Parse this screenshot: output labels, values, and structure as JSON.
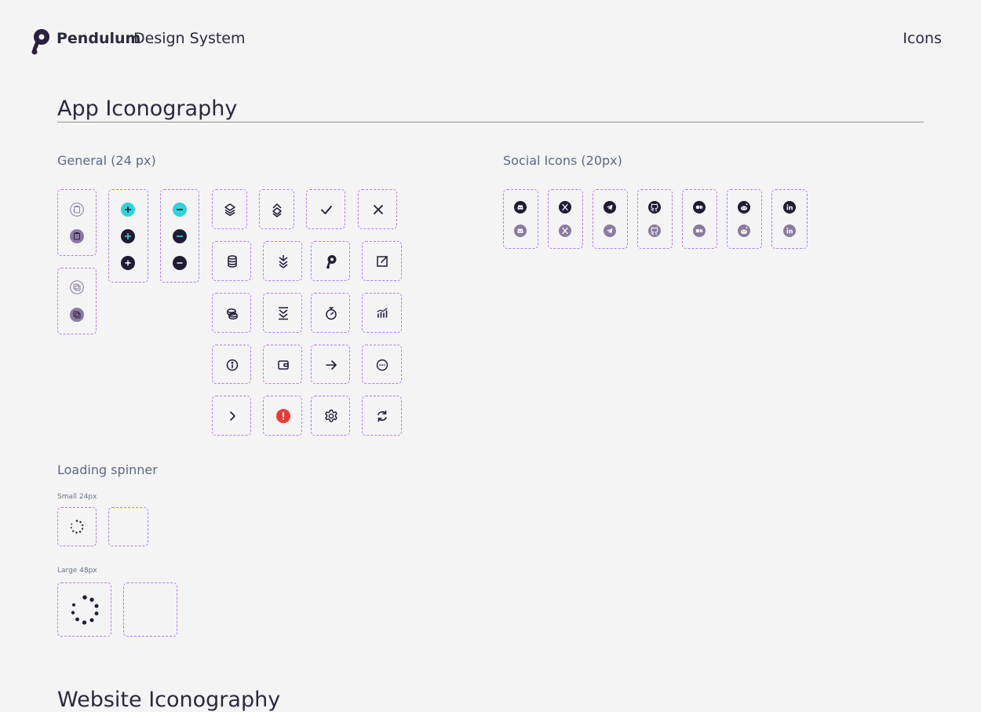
{
  "header": {
    "brand_name": "Pendulum",
    "brand_sub": "Design System",
    "nav_label": "Icons"
  },
  "app_section": {
    "title": "App Iconography"
  },
  "general": {
    "title": "General (24 px)",
    "icons": [
      "clipboard-icon",
      "clipboard-filled-icon",
      "copy-icon",
      "copy-filled-icon",
      "plus-circle-cyan-icon",
      "plus-circle-dark-icon",
      "plus-circle-dark-alt-icon",
      "minus-circle-cyan-icon",
      "minus-circle-dark-icon",
      "minus-circle-dark-alt-icon",
      "layers-icon",
      "layers-up-icon",
      "check-icon",
      "close-icon",
      "database-icon",
      "layers-down-icon",
      "pendulum-logo-icon",
      "external-link-icon",
      "coins-icon",
      "layers-collapse-icon",
      "timer-icon",
      "chart-bars-icon",
      "info-icon",
      "wallet-icon",
      "arrow-right-icon",
      "more-horizontal-icon",
      "chevron-right-icon",
      "alert-icon",
      "settings-gear-icon",
      "refresh-icon"
    ],
    "colors": {
      "dark": "#1f1b33",
      "cyan": "#2fd3d8",
      "muted": "#8a7ba0",
      "alert": "#e83a3a",
      "dash": "#b57af0"
    }
  },
  "social": {
    "title": "Social Icons (20px)",
    "icons": [
      "discord-icon",
      "x-twitter-icon",
      "telegram-icon",
      "github-icon",
      "medium-icon",
      "reddit-icon",
      "linkedin-icon"
    ]
  },
  "loading": {
    "title": "Loading spinner",
    "small_label": "Small 24px",
    "large_label": "Large 48px"
  },
  "website_section": {
    "title": "Website Iconography"
  }
}
